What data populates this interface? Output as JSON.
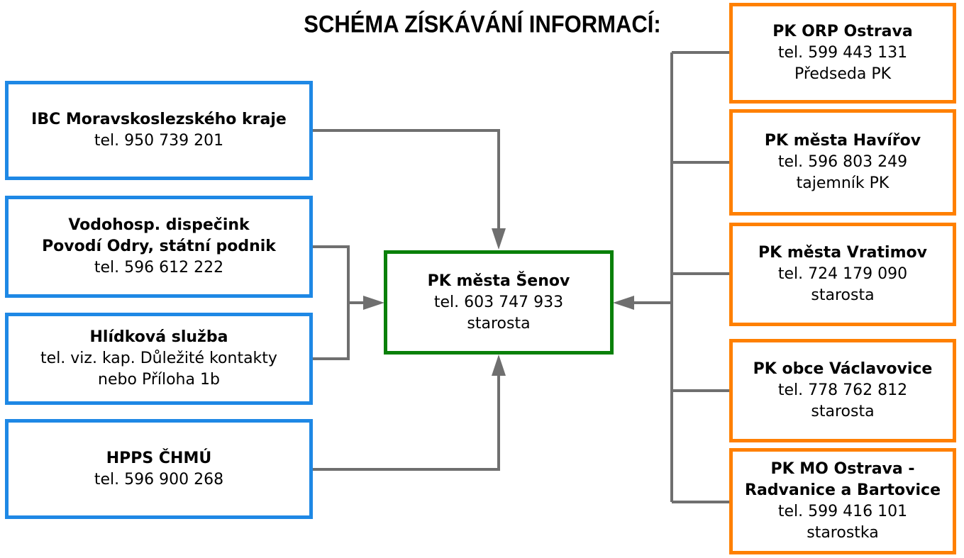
{
  "title": "SCHÉMA ZÍSKÁVÁNÍ INFORMACÍ:",
  "colors": {
    "blue": "#1e88e5",
    "green": "#098009",
    "orange": "#ff8000",
    "connector": "#6f6f6f"
  },
  "sources": [
    {
      "lines": [
        "IBC Moravskoslezského kraje",
        "tel. 950 739 201"
      ],
      "bold_lines": 1
    },
    {
      "lines": [
        "Vodohosp. dispečink",
        "Povodí Odry, státní podnik",
        "tel. 596 612 222"
      ],
      "bold_lines": 2
    },
    {
      "lines": [
        "Hlídková služba",
        "tel. viz. kap. Důležité kontakty",
        "nebo Příloha 1b"
      ],
      "bold_lines": 1
    },
    {
      "lines": [
        "HPPS ČHMÚ",
        "tel. 596 900 268"
      ],
      "bold_lines": 1
    }
  ],
  "center": {
    "lines": [
      "PK města Šenov",
      "tel. 603 747 933",
      "starosta"
    ],
    "bold_lines": 1
  },
  "authorities": [
    {
      "lines": [
        "PK ORP Ostrava",
        "tel. 599 443 131",
        "Předseda PK"
      ],
      "bold_lines": 1
    },
    {
      "lines": [
        "PK města Havířov",
        "tel.  596 803 249",
        "tajemník PK"
      ],
      "bold_lines": 1
    },
    {
      "lines": [
        "PK města Vratimov",
        "tel.  724 179 090",
        "starosta"
      ],
      "bold_lines": 1
    },
    {
      "lines": [
        "PK obce Václavovice",
        "tel. 778 762 812",
        "starosta"
      ],
      "bold_lines": 1
    },
    {
      "lines": [
        "PK MO Ostrava -",
        "Radvanice a Bartovice",
        "tel.  599 416 101",
        "starostka"
      ],
      "bold_lines": 2
    }
  ]
}
